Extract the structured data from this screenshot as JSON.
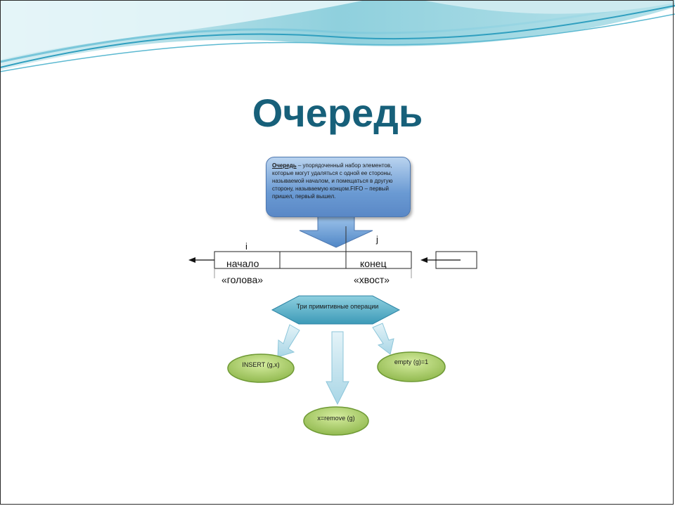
{
  "slide": {
    "title": "Очередь"
  },
  "callout": {
    "term": "Очередь",
    "text": " – упорядоченный набор элементов, которые могут удаляться с одной ее стороны, называемой началом, и помещаться в другую сторону, называемую концом.FIFO – первый пришел, первый вышел."
  },
  "queue": {
    "index_left": "i",
    "index_right": "j",
    "cells": [
      "начало",
      "",
      "конец"
    ],
    "head_label": "«голова»",
    "tail_label": "«хвост»"
  },
  "operations": {
    "center": "Три примитивные операции",
    "insert": "INSERT (g,x)",
    "remove": "x=remove (g)",
    "empty": "empty (g)=1"
  },
  "colors": {
    "title": "#17607a",
    "wave_light": "#bfe3ea",
    "wave_mid": "#7fcbd9",
    "wave_dark": "#2f9fbf",
    "callout": "#6a9ad3",
    "hexagon": "#5fb0c8",
    "ellipse": "#9bc25a",
    "arrow": "#b9dcea"
  }
}
